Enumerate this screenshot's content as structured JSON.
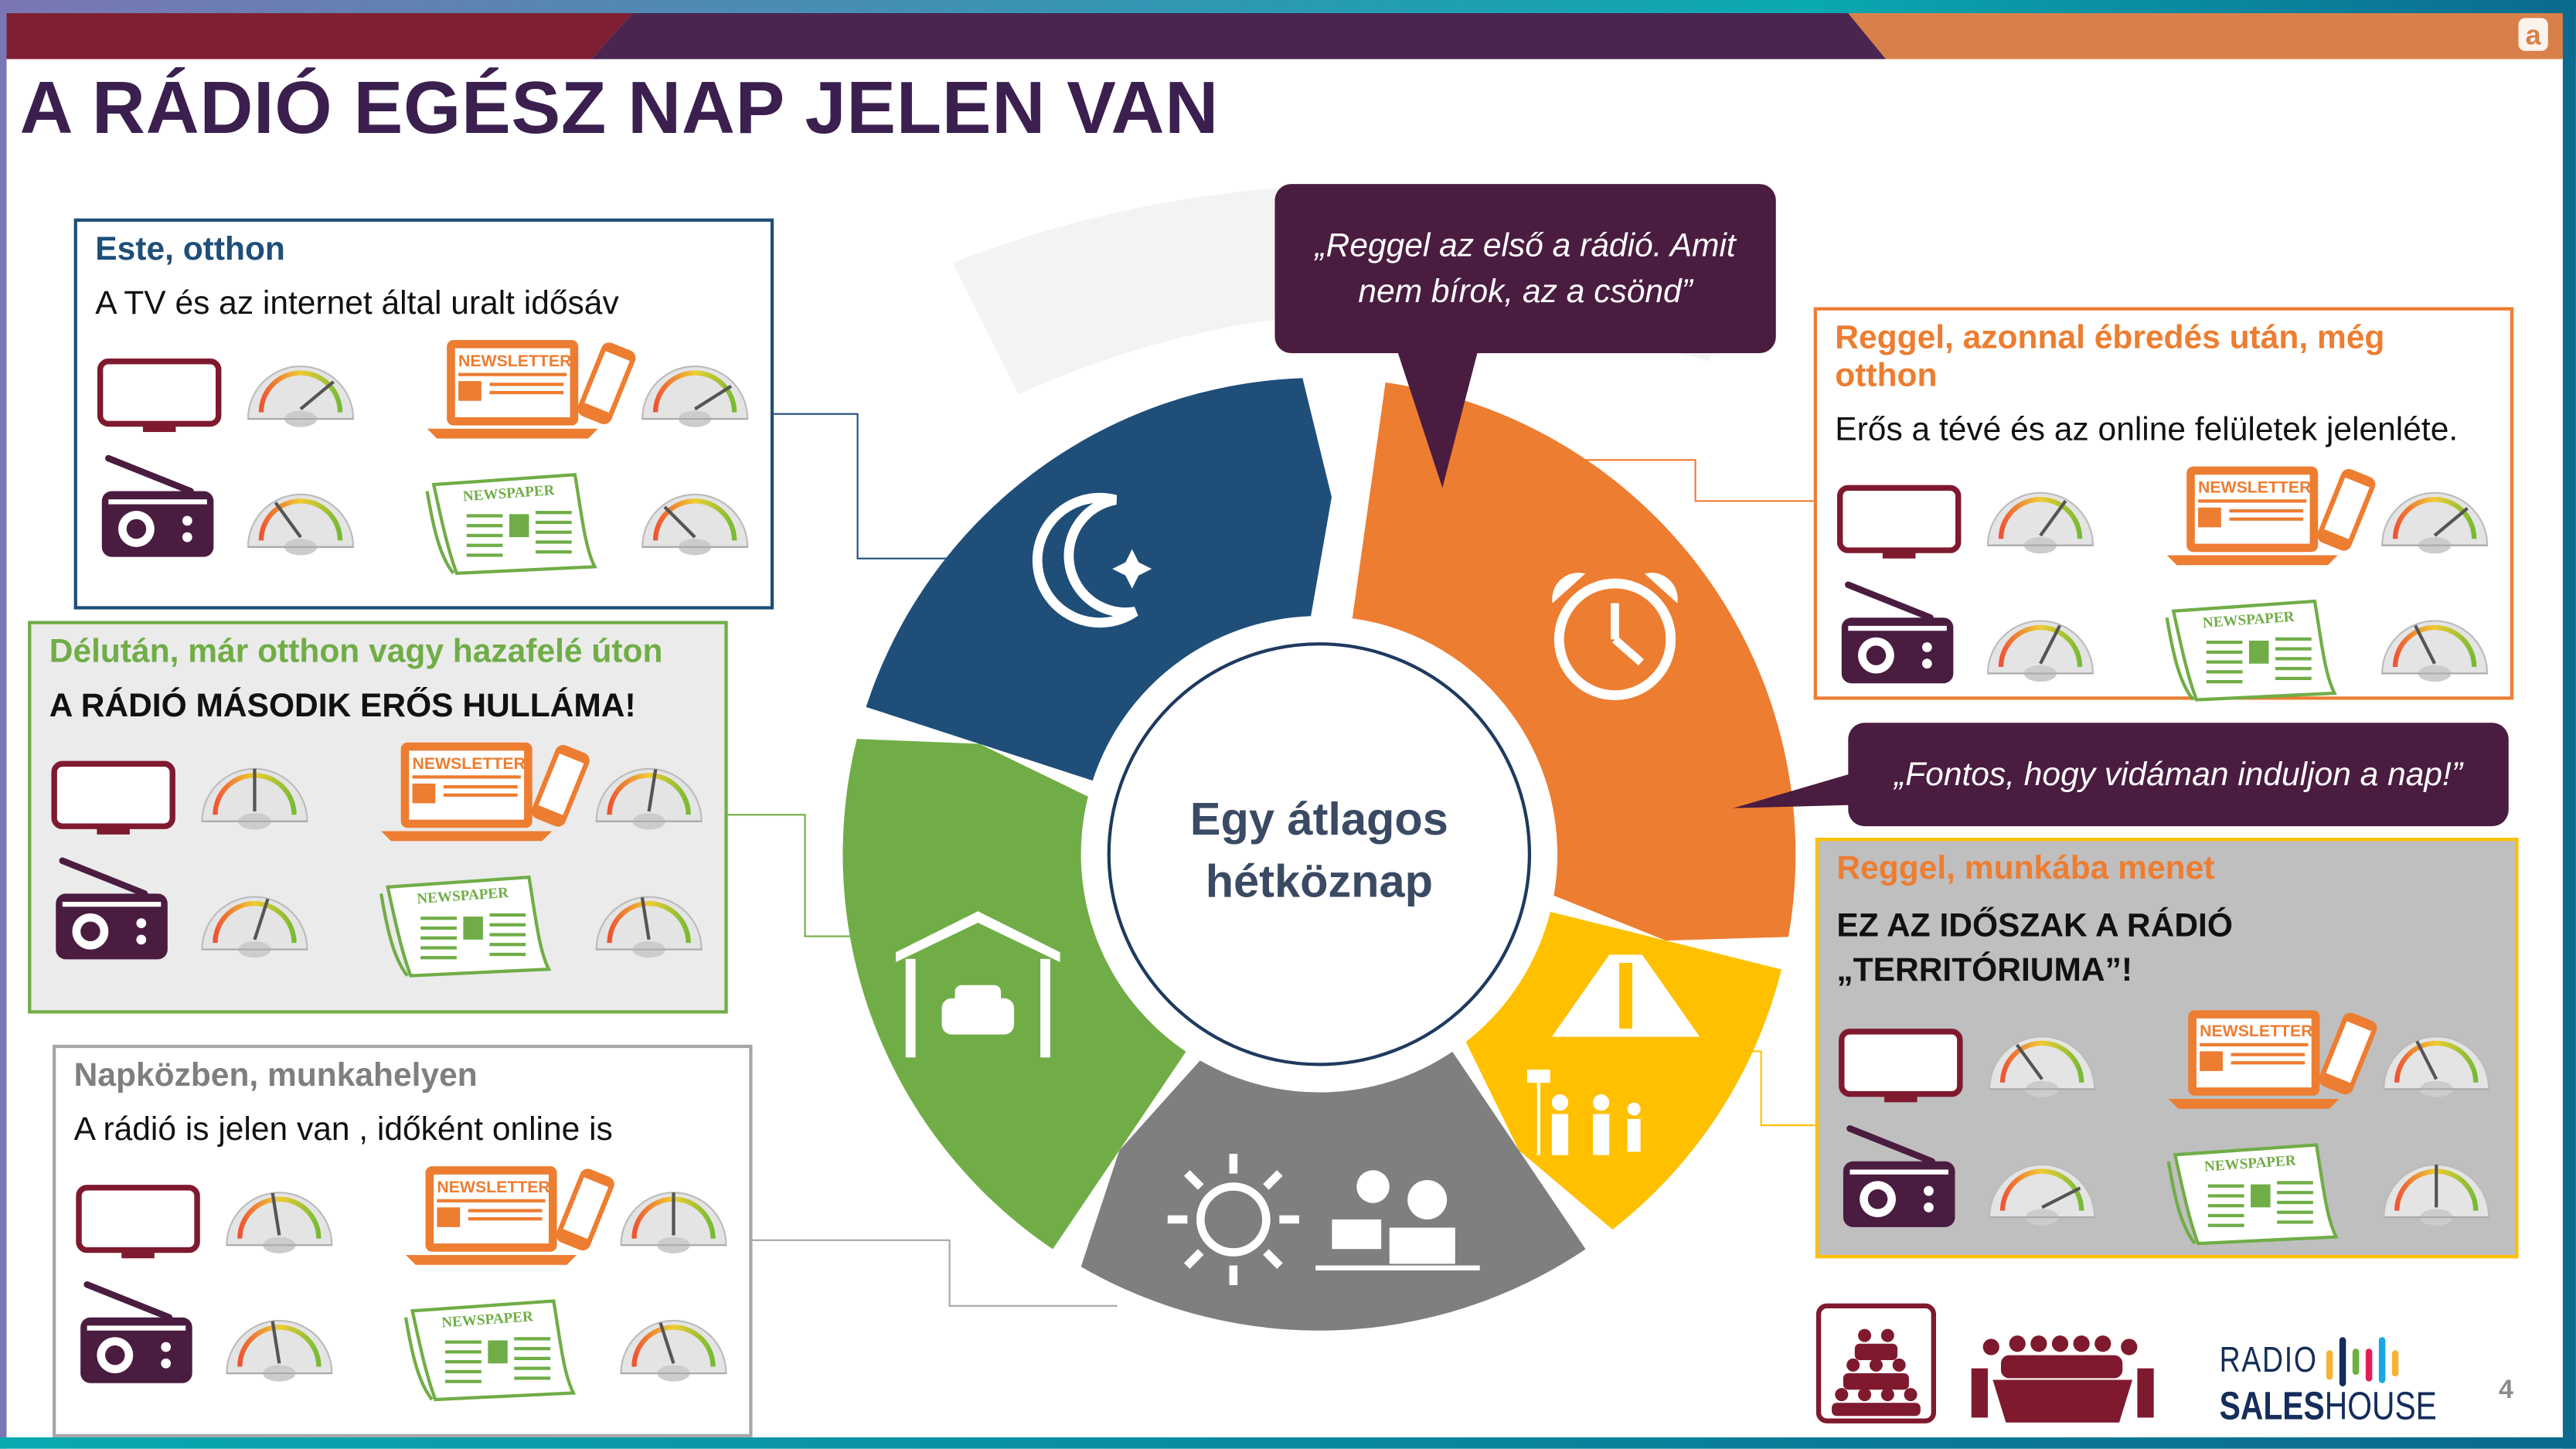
{
  "slide": {
    "title": "A RÁDIÓ EGÉSZ NAP JELEN VAN",
    "page_number": "4",
    "center_label_line1": "Egy átlagos",
    "center_label_line2": "hétköznap"
  },
  "quotes": [
    {
      "text": "„Reggel az első a rádió. Amit nem bírok, az a csönd”"
    },
    {
      "text": "„Fontos, hogy vidáman induljon a nap!”"
    }
  ],
  "boxes": [
    {
      "id": "evening",
      "title": "Este, otthon",
      "subtitle": "A TV és az internet által uralt idősáv",
      "title_color": "#1f4e79",
      "border": "#1f4e79",
      "bg": "#ffffff",
      "subtitle_bold": false,
      "gauges": {
        "tv": 0.78,
        "online": 0.82,
        "radio": 0.3,
        "newspaper": 0.25
      }
    },
    {
      "id": "afternoon",
      "title": "Délután, már otthon vagy hazafelé úton",
      "subtitle": "A RÁDIÓ MÁSODIK ERŐS HULLÁMA!",
      "title_color": "#70ad47",
      "border": "#70ad47",
      "bg": "#ebebeb",
      "subtitle_bold": true,
      "gauges": {
        "tv": 0.5,
        "online": 0.55,
        "radio": 0.6,
        "newspaper": 0.45
      }
    },
    {
      "id": "daytime",
      "title": "Napközben, munkahelyen",
      "subtitle": "A rádió is jelen van , időként online is",
      "title_color": "#7f7f7f",
      "border": "#a6a6a6",
      "bg": "#ffffff",
      "subtitle_bold": false,
      "gauges": {
        "tv": 0.45,
        "online": 0.5,
        "radio": 0.45,
        "newspaper": 0.4
      }
    },
    {
      "id": "morning-home",
      "title": "Reggel, azonnal ébredés után, még otthon",
      "subtitle": "Erős a tévé és az online felületek jelenléte.",
      "title_color": "#ed7d31",
      "border": "#ed7d31",
      "bg": "#ffffff",
      "subtitle_bold": false,
      "gauges": {
        "tv": 0.7,
        "online": 0.78,
        "radio": 0.65,
        "newspaper": 0.35
      }
    },
    {
      "id": "commute",
      "title": "Reggel, munkába menet",
      "subtitle": "EZ AZ IDŐSZAK A RÁDIÓ „TERRITÓRIUMA”!",
      "title_color": "#ed7d31",
      "border": "#ffc000",
      "bg": "#bfbfbf",
      "subtitle_bold": true,
      "gauges": {
        "tv": 0.3,
        "online": 0.35,
        "radio": 0.85,
        "newspaper": 0.5
      }
    }
  ],
  "media_labels": {
    "newsletter": "NEWSLETTER",
    "newspaper": "NEWSPAPER"
  },
  "wheel": [
    {
      "name": "evening",
      "color": "#1f4e79",
      "icon": "moon-star-icon"
    },
    {
      "name": "morning",
      "color": "#ed7d31",
      "icon": "alarm-clock-icon"
    },
    {
      "name": "commute",
      "color": "#ffc000",
      "icon": "traffic-commute-icon"
    },
    {
      "name": "work",
      "color": "#7f7f7f",
      "icon": "sun-office-icon"
    },
    {
      "name": "afternoon",
      "color": "#70ad47",
      "icon": "garage-car-icon"
    }
  ],
  "footer": {
    "logo_line1": "RADIO",
    "logo_sales": "SALES",
    "logo_house": "HOUSE"
  },
  "colors": {
    "tv": "#7f1a2e",
    "radio": "#4a1c40",
    "online": "#ed7d31",
    "newspaper": "#70ad47"
  }
}
